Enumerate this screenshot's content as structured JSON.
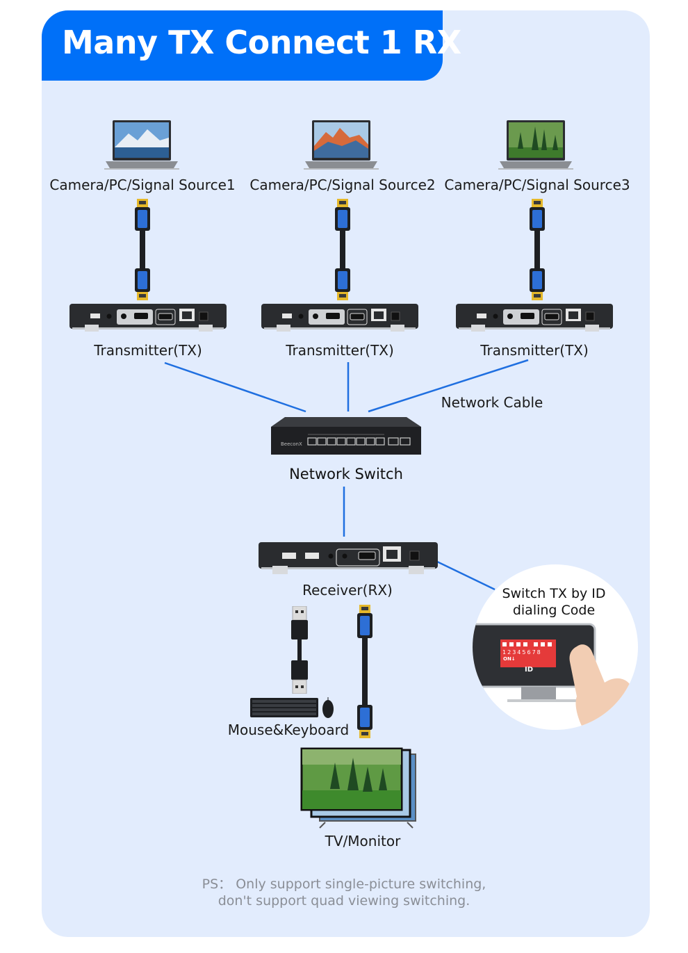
{
  "title": "Many TX Connect 1 RX",
  "colors": {
    "accent": "#0070f8",
    "card_background": "#e2ecfd",
    "line": "#1f6fe0",
    "note_text": "#8a8e96",
    "dip_switch": "#e53a3a"
  },
  "sources": [
    {
      "label": "Camera/PC/Signal Source1",
      "icon": "laptop-icon",
      "screen": "snowy-mountain-lake"
    },
    {
      "label": "Camera/PC/Signal Source2",
      "icon": "laptop-icon",
      "screen": "orange-mountain-peaks"
    },
    {
      "label": "Camera/PC/Signal Source3",
      "icon": "laptop-icon",
      "screen": "green-hills-trees"
    }
  ],
  "transmitters": [
    {
      "label": "Transmitter(TX)",
      "icon": "transmitter-device-icon"
    },
    {
      "label": "Transmitter(TX)",
      "icon": "transmitter-device-icon"
    },
    {
      "label": "Transmitter(TX)",
      "icon": "transmitter-device-icon"
    }
  ],
  "network_cable_label": "Network Cable",
  "network_switch": {
    "label": "Network Switch",
    "brand": "BeeconX",
    "icon": "network-switch-icon"
  },
  "receiver": {
    "label": "Receiver(RX)",
    "icon": "receiver-device-icon"
  },
  "callout": {
    "line1": "Switch TX by ID",
    "line2": "dialing Code",
    "dip_numbers": [
      "1",
      "2",
      "3",
      "4",
      "5",
      "6",
      "7",
      "8"
    ],
    "dip_on_label": "ON↓",
    "id_label": "ID",
    "icon": "dip-switch-icon"
  },
  "peripherals": {
    "label": "Mouse&Keyboard",
    "icons": [
      "usb-cable-icon",
      "keyboard-icon",
      "mouse-icon"
    ]
  },
  "hdmi_cable_icon": "hdmi-cable-icon",
  "display": {
    "label": "TV/Monitor",
    "icon": "tv-monitor-icon"
  },
  "note": {
    "line1": "PS： Only support single-picture switching,",
    "line2": "don't support quad viewing switching."
  }
}
